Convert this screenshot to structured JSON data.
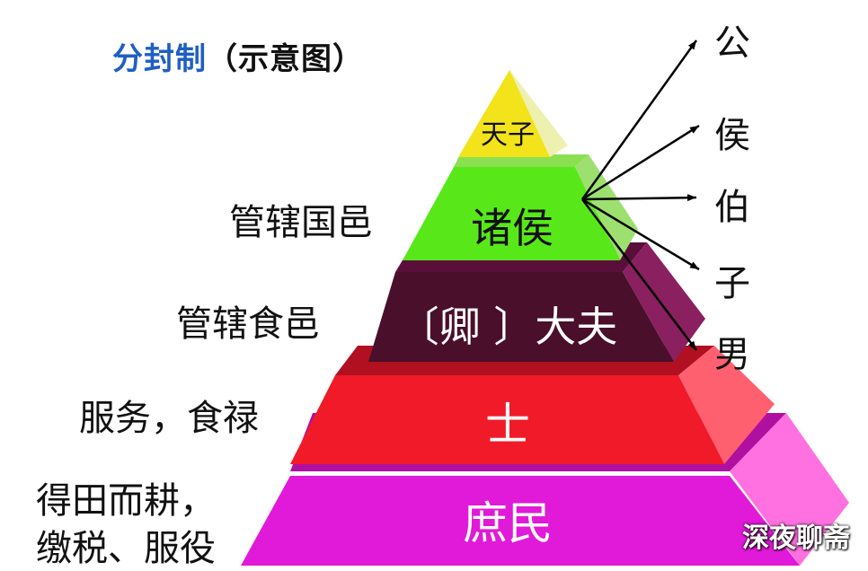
{
  "title": {
    "main": "分封制",
    "sub": "（示意图）"
  },
  "tiers": [
    {
      "label": "天子",
      "front": "#f2e31a",
      "side": "#eef0b0",
      "band": "#e8e070",
      "text_color": "#111111"
    },
    {
      "label": "诸侯",
      "front": "#58e81a",
      "side": "#9ee070",
      "band": "#8ae050",
      "text_color": "#111111"
    },
    {
      "label": "〔卿 〕大夫",
      "front": "#4a0f2a",
      "side": "#8a2060",
      "band": "#5a0f3a",
      "text_color": "#ffffff"
    },
    {
      "label": "士",
      "front": "#f01a28",
      "side": "#ff6070",
      "band": "#b01020",
      "text_color": "#ffffff"
    },
    {
      "label": "庶民",
      "front": "#e01ad8",
      "side": "#ff70e0",
      "band": "#b010a0",
      "text_color": "#ffffff"
    }
  ],
  "side_labels": {
    "zhuhou": "管辖国邑",
    "dafu": "管辖食邑",
    "shi": "服务，食禄",
    "shumin_line1": "得田而耕，",
    "shumin_line2": "缴税、服役"
  },
  "noble_ranks": [
    "公",
    "侯",
    "伯",
    "子",
    "男"
  ],
  "watermark": "深夜聊斋"
}
